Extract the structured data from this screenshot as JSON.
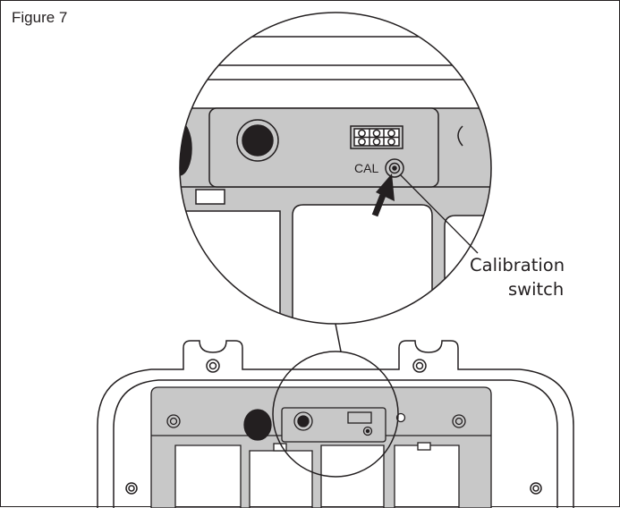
{
  "figure": {
    "label": "Figure 7",
    "cal_label": "CAL",
    "callout_line1": "Calibration",
    "callout_line2": "switch"
  },
  "colors": {
    "ink": "#231f20",
    "panel_gray": "#c8c8c8",
    "background": "#ffffff"
  }
}
